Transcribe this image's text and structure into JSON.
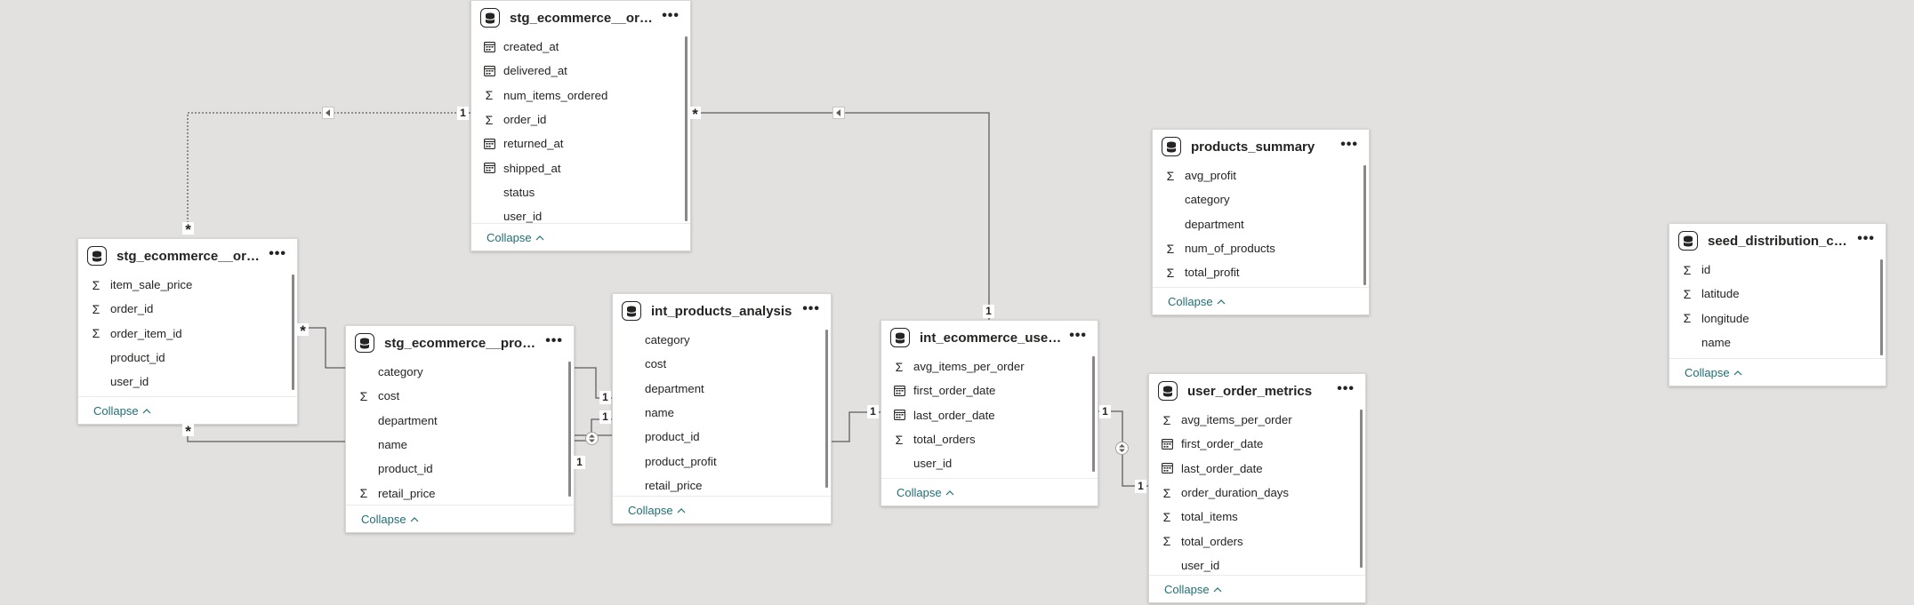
{
  "common": {
    "collapse_label": "Collapse",
    "more_label": "•••"
  },
  "tables": {
    "orders": {
      "title": "stg_ecommerce__orders",
      "fields": [
        {
          "name": "created_at",
          "type": "date"
        },
        {
          "name": "delivered_at",
          "type": "date"
        },
        {
          "name": "num_items_ordered",
          "type": "sum"
        },
        {
          "name": "order_id",
          "type": "sum"
        },
        {
          "name": "returned_at",
          "type": "date"
        },
        {
          "name": "shipped_at",
          "type": "date"
        },
        {
          "name": "status",
          "type": "text"
        },
        {
          "name": "user_id",
          "type": "text"
        }
      ]
    },
    "order_items": {
      "title": "stg_ecommerce__order_...",
      "fields": [
        {
          "name": "item_sale_price",
          "type": "sum"
        },
        {
          "name": "order_id",
          "type": "sum"
        },
        {
          "name": "order_item_id",
          "type": "sum"
        },
        {
          "name": "product_id",
          "type": "text"
        },
        {
          "name": "user_id",
          "type": "text"
        }
      ]
    },
    "products": {
      "title": "stg_ecommerce__products",
      "fields": [
        {
          "name": "category",
          "type": "text"
        },
        {
          "name": "cost",
          "type": "sum"
        },
        {
          "name": "department",
          "type": "text"
        },
        {
          "name": "name",
          "type": "text"
        },
        {
          "name": "product_id",
          "type": "text"
        },
        {
          "name": "retail_price",
          "type": "sum"
        }
      ]
    },
    "products_analysis": {
      "title": "int_products_analysis",
      "fields": [
        {
          "name": "category",
          "type": "text"
        },
        {
          "name": "cost",
          "type": "text"
        },
        {
          "name": "department",
          "type": "text"
        },
        {
          "name": "name",
          "type": "text"
        },
        {
          "name": "product_id",
          "type": "text"
        },
        {
          "name": "product_profit",
          "type": "text"
        },
        {
          "name": "retail_price",
          "type": "text"
        }
      ]
    },
    "user_orders": {
      "title": "int_ecommerce_user_or...",
      "fields": [
        {
          "name": "avg_items_per_order",
          "type": "sum"
        },
        {
          "name": "first_order_date",
          "type": "date"
        },
        {
          "name": "last_order_date",
          "type": "date"
        },
        {
          "name": "total_orders",
          "type": "sum"
        },
        {
          "name": "user_id",
          "type": "text"
        }
      ]
    },
    "products_summary": {
      "title": "products_summary",
      "fields": [
        {
          "name": "avg_profit",
          "type": "sum"
        },
        {
          "name": "category",
          "type": "text"
        },
        {
          "name": "department",
          "type": "text"
        },
        {
          "name": "num_of_products",
          "type": "sum"
        },
        {
          "name": "total_profit",
          "type": "sum"
        }
      ]
    },
    "user_order_metrics": {
      "title": "user_order_metrics",
      "fields": [
        {
          "name": "avg_items_per_order",
          "type": "sum"
        },
        {
          "name": "first_order_date",
          "type": "date"
        },
        {
          "name": "last_order_date",
          "type": "date"
        },
        {
          "name": "order_duration_days",
          "type": "sum"
        },
        {
          "name": "total_items",
          "type": "sum"
        },
        {
          "name": "total_orders",
          "type": "sum"
        },
        {
          "name": "user_id",
          "type": "text"
        }
      ]
    },
    "distribution_centers": {
      "title": "seed_distribution_cente...",
      "fields": [
        {
          "name": "id",
          "type": "sum"
        },
        {
          "name": "latitude",
          "type": "sum"
        },
        {
          "name": "longitude",
          "type": "sum"
        },
        {
          "name": "name",
          "type": "text"
        }
      ]
    }
  },
  "relationship_labels": {
    "one": "1",
    "many": "*"
  },
  "icons": {
    "table": "table-icon",
    "sum": "sigma-icon",
    "date": "calendar-icon",
    "collapse": "chevron-up-icon",
    "more": "ellipsis-icon",
    "filter_direction": "triangle-left-icon",
    "bidirectional": "double-arrow-icon"
  },
  "colors": {
    "canvas": "#e2e1df",
    "card": "#ffffff",
    "link": "#1f6f77",
    "wire": "#605e5c"
  }
}
